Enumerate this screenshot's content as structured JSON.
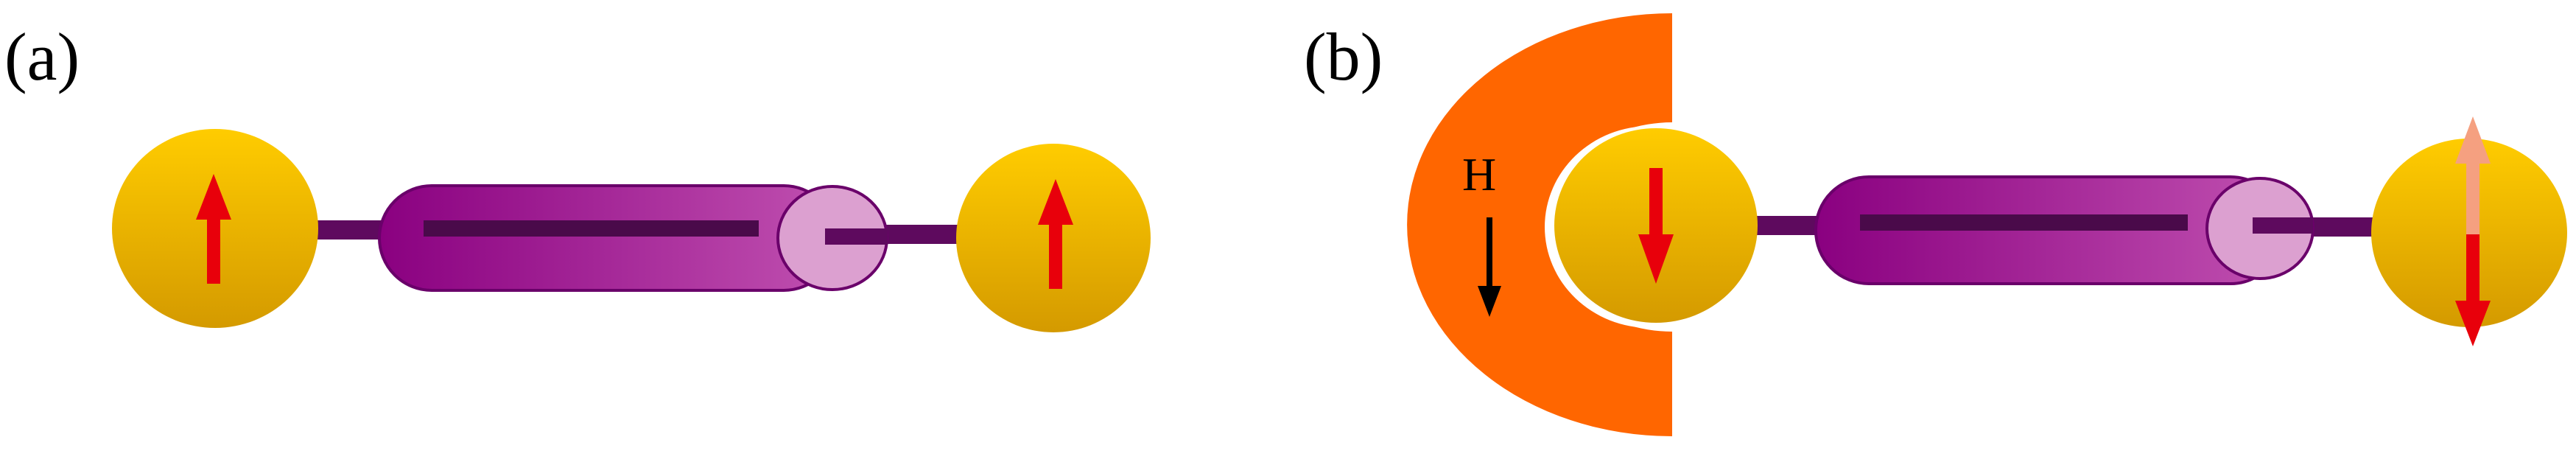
{
  "panels": [
    {
      "label": "(a)",
      "left_spin": "up",
      "right_spin": "up"
    },
    {
      "label": "(b)",
      "left_spin": "down",
      "right_spin": "up-down",
      "field": {
        "label": "H",
        "direction": "down"
      }
    }
  ],
  "colors": {
    "sphere_top": "#FFCC00",
    "sphere_bottom": "#D49A00",
    "spin_arrow": "#E8000B",
    "spin_arrow_faded": "#F5A080",
    "tube_dark": "#8A0080",
    "tube_light": "#C050B0",
    "tube_cap": "#DCA0D0",
    "link": "#5E0A5E",
    "magnet": "#FF6600",
    "field_arrow": "#000000"
  },
  "icons": {
    "sphere": "magnetic-sphere-icon",
    "spin": "spin-arrow-icon",
    "magnet": "magnet-icon",
    "tube": "nanotube-icon"
  }
}
